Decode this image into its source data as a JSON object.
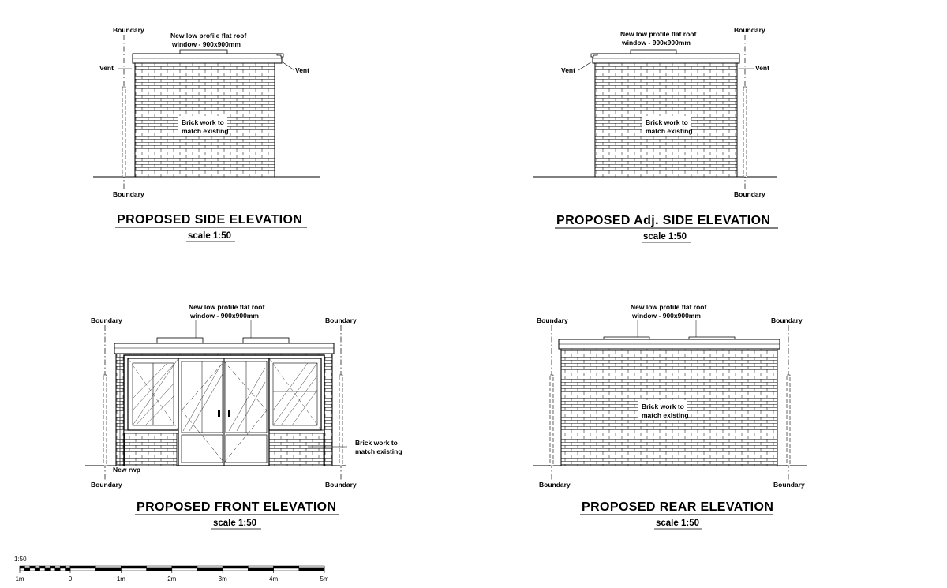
{
  "labels": {
    "boundary": "Boundary",
    "vent": "Vent",
    "roof_window_line1": "New low profile flat roof",
    "roof_window_line2": "window - 900x900mm",
    "brick_line1": "Brick work to",
    "brick_line2": "match existing",
    "new_rwp": "New rwp"
  },
  "elevations": {
    "side": {
      "title": "PROPOSED  SIDE  ELEVATION",
      "scale": "scale 1:50"
    },
    "adj_side": {
      "title": "PROPOSED  Adj.  SIDE  ELEVATION",
      "scale": "scale 1:50"
    },
    "front": {
      "title": "PROPOSED  FRONT  ELEVATION",
      "scale": "scale 1:50"
    },
    "rear": {
      "title": "PROPOSED  REAR  ELEVATION",
      "scale": "scale 1:50"
    }
  },
  "scale_bar": {
    "ratio": "1:50",
    "ticks": [
      "1m",
      "0",
      "1m",
      "2m",
      "3m",
      "4m",
      "5m"
    ]
  }
}
